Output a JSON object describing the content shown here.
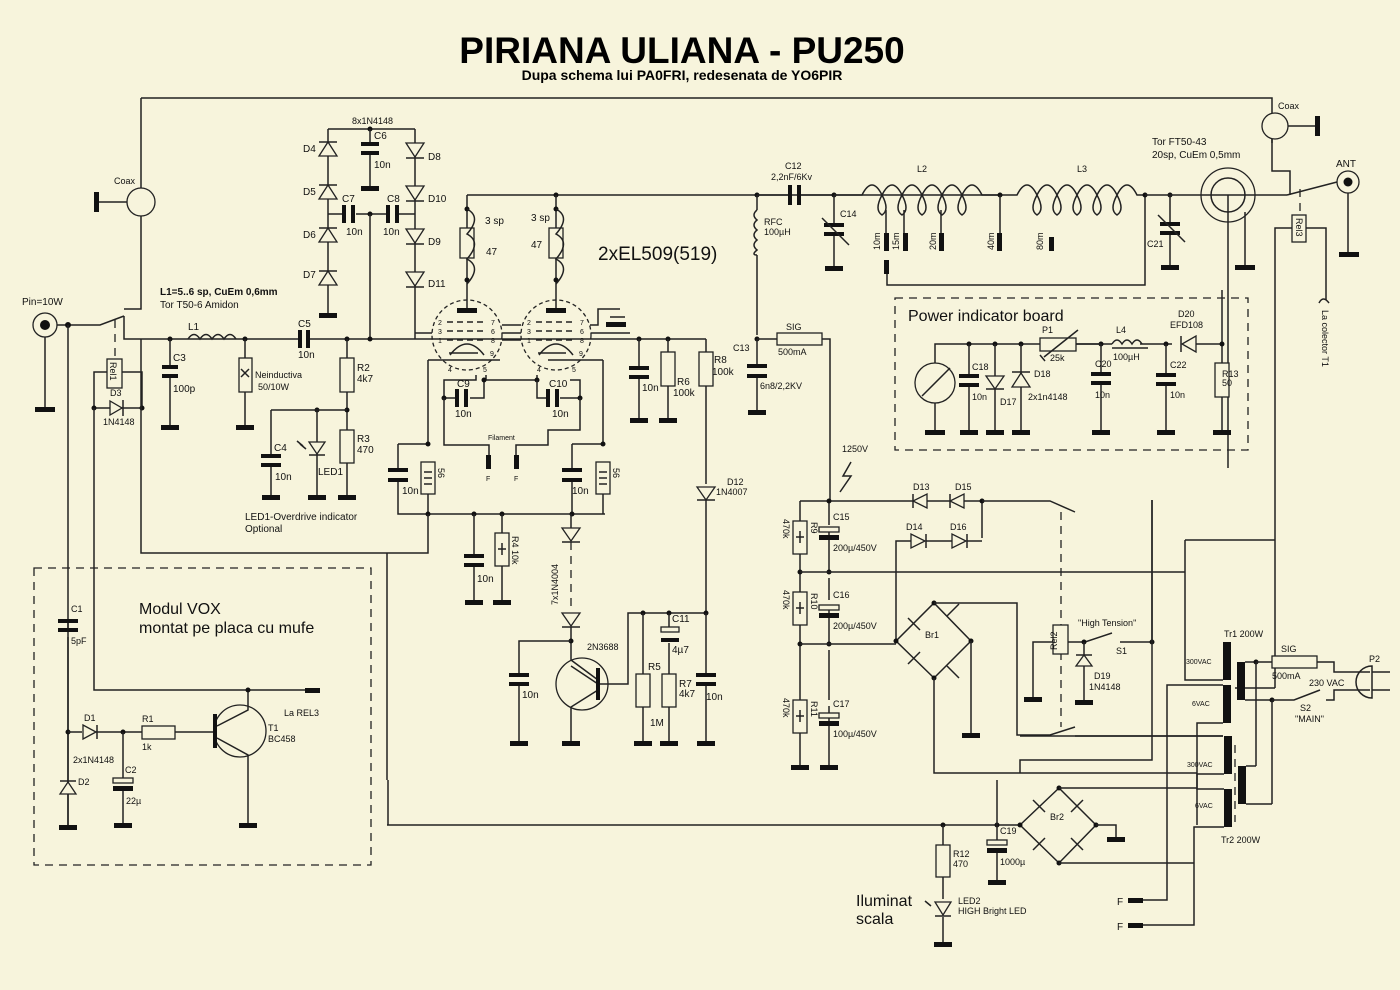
{
  "title": "PIRIANA ULIANA - PU250",
  "subtitle": "Dupa schema lui PA0FRI, redesenata de YO6PIR",
  "tube_label": "2xEL509(519)",
  "input": {
    "label": "Pin=10W",
    "coax_label": "Coax"
  },
  "output": {
    "label": "ANT",
    "coax_label": "Coax"
  },
  "input_filter": {
    "l1_note_line1": "L1=5..6 sp, CuEm 0,6mm",
    "l1_note_line2": "Tor T50-6 Amidon",
    "l1": "L1",
    "c3": "C3",
    "c3_val": "100p",
    "c5": "C5",
    "c5_val": "10n",
    "load": "Neinductiva",
    "load_val": "50/10W",
    "r2": "R2",
    "r2_val": "4k7",
    "r3": "R3",
    "r3_val": "470",
    "c4": "C4",
    "c4_val": "10n",
    "led1": "LED1",
    "led1_note1": "LED1-Overdrive indicator",
    "led1_note2": "Optional",
    "rel1": "Rel1",
    "d3": "D3",
    "d3_val": "1N4148"
  },
  "bias_chain": {
    "header": "8x1N4148",
    "diodes": [
      "D4",
      "D5",
      "D6",
      "D7",
      "D8",
      "D10",
      "D9",
      "D11"
    ],
    "c6": "C6",
    "c6_val": "10n",
    "c7": "C7",
    "c7_val": "10n",
    "c8": "C8",
    "c8_val": "10n"
  },
  "tubes": {
    "sp_label": "3 sp",
    "res_label": "47",
    "pins": [
      "2",
      "3",
      "1",
      "7",
      "6",
      "8",
      "9",
      "4",
      "5"
    ],
    "c9": "C9",
    "c9_val": "10n",
    "c10": "C10",
    "c10_val": "10n",
    "filament": "Filament",
    "f": "F",
    "cath_cap_val": "10n",
    "cath_res_val": "56",
    "r4": "R4 10k",
    "r4_cap_val": "10n",
    "screen_cap_val": "10n",
    "r6": "R6",
    "r6_val": "100k",
    "r8": "R8",
    "r8_val": "100k"
  },
  "zener_chain": {
    "label": "7x1N4004",
    "transistor": "2N3688",
    "cap_val": "10n",
    "r5": "R5",
    "r5_val": "1M",
    "r7": "R7",
    "r7_val": "4k7",
    "c11": "C11",
    "c11_val": "4µ7",
    "c_out_val": "10n",
    "d12": "D12",
    "d12_val": "1N4007"
  },
  "tank": {
    "c12": "C12",
    "c12_val": "2,2nF/6Kv",
    "rfc": "RFC",
    "rfc_val": "100µH",
    "c13": "C13",
    "c13_val": "6n8/2,2KV",
    "c14": "C14",
    "l2": "L2",
    "l3": "L3",
    "bands": [
      "10m",
      "15m",
      "20m",
      "40m",
      "80m"
    ],
    "c21": "C21",
    "tor_line1": "Tor FT50-43",
    "tor_line2": "20sp, CuEm 0,5mm",
    "rel3": "Rel3",
    "collector": "La colector T1",
    "fuse": "SIG",
    "fuse_val": "500mA"
  },
  "power_indicator": {
    "title": "Power indicator board",
    "p1": "P1",
    "p1_val": "25k",
    "l4": "L4",
    "l4_val": "100µH",
    "d20": "D20",
    "d20_val": "EFD108",
    "c18": "C18",
    "c18_val": "10n",
    "d17": "D17",
    "d18": "D18",
    "diodes_val": "2x1n4148",
    "c20": "C20",
    "c20_val": "10n",
    "c22": "C22",
    "c22_val": "10n",
    "r13": "R13",
    "r13_val": "50"
  },
  "hv_supply": {
    "voltage": "1250V",
    "d13": "D13",
    "d15": "D15",
    "d14": "D14",
    "d16": "D16",
    "r9": "R9",
    "r10": "R10",
    "r11": "R11",
    "r_val": "470k",
    "c15": "C15",
    "c15_val": "200µ/450V",
    "c16": "C16",
    "c16_val": "200µ/450V",
    "c17": "C17",
    "c17_val": "100µ/450V",
    "br1": "Br1",
    "rel2": "Rel2",
    "ht_label": "\"High Tension\"",
    "s1": "S1",
    "d19": "D19",
    "d19_val": "1N4148"
  },
  "mains": {
    "tr1": "Tr1 200W",
    "tr2": "Tr2 200W",
    "v300": "300VAC",
    "v6": "6VAC",
    "fuse": "SIG",
    "fuse_val": "500mA",
    "ac": "230 VAC",
    "s2": "S2",
    "s2_name": "\"MAIN\"",
    "p2": "P2",
    "f": "F"
  },
  "lamp": {
    "br2": "Br2",
    "c19": "C19",
    "c19_val": "1000µ",
    "r12": "R12",
    "r12_val": "470",
    "led2": "LED2",
    "led2_val": "HIGH Bright LED",
    "note1": "Iluminat",
    "note2": "scala"
  },
  "vox": {
    "title1": "Modul VOX",
    "title2": "montat pe placa cu mufe",
    "c1": "C1",
    "c1_val": "5pF",
    "d1": "D1",
    "d2": "D2",
    "diodes_val": "2x1N4148",
    "r1": "R1",
    "r1_val": "1k",
    "c2": "C2",
    "c2_val": "22µ",
    "t1": "T1",
    "t1_val": "BC458",
    "rel3_note": "La REL3"
  }
}
